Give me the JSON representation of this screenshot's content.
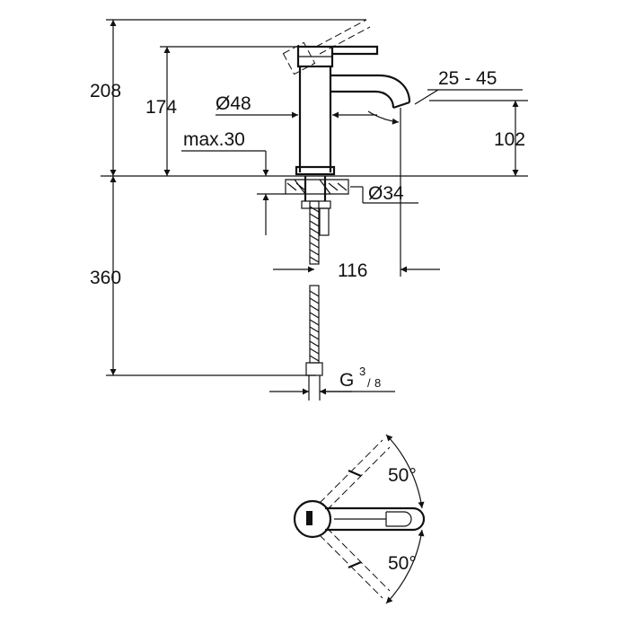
{
  "dimensions": {
    "height_total": "208",
    "height_spout": "174",
    "body_diameter": "Ø48",
    "max_thickness": "max.30",
    "rotation_range": "25 - 45",
    "spout_height": "102",
    "hole_diameter": "Ø34",
    "hose_length": "360",
    "projection": "116",
    "connection_prefix": "G",
    "connection_num": "3",
    "connection_den": "8",
    "angle_top": "50°",
    "angle_bottom": "50°"
  }
}
